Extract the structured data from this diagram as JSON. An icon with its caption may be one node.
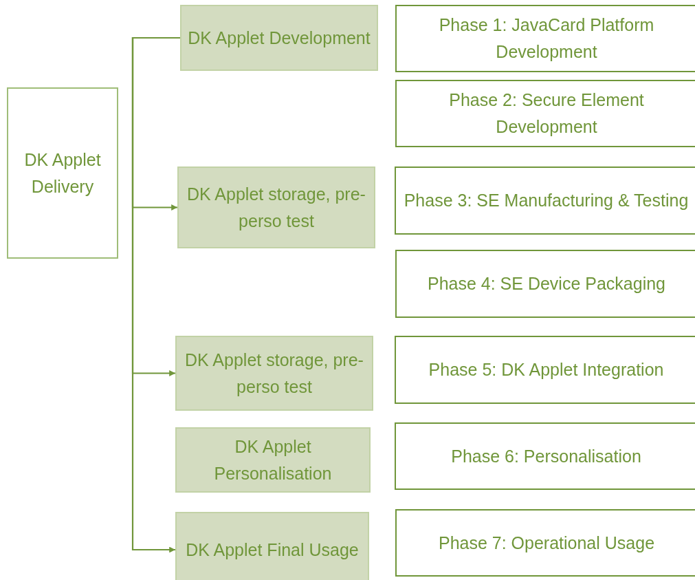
{
  "diagram": {
    "nodes": [
      {
        "text": [
          "DK Applet Delivery"
        ]
      },
      {
        "text": [
          "DK Applet Development"
        ]
      },
      {
        "text": [
          "Phase 1: JavaCard Platform Development"
        ]
      },
      {
        "text": [
          "Phase 2: Secure Element Development"
        ]
      },
      {
        "text": [
          "DK Applet storage, pre-perso test"
        ]
      },
      {
        "text": [
          "Phase 3: SE Manufacturing & Testing"
        ]
      },
      {
        "text": [
          "Phase 4: SE Device Packaging"
        ]
      },
      {
        "text": [
          "DK Applet storage, pre-perso test"
        ]
      },
      {
        "text": [
          "Phase 5: DK Applet Integration"
        ]
      },
      {
        "text": [
          "DK Applet Personalisation"
        ]
      },
      {
        "text": [
          "Phase 6: Personalisation"
        ]
      },
      {
        "text": [
          "DK Applet Final Usage"
        ]
      },
      {
        "text": [
          "Phase 7: Operational Usage"
        ]
      }
    ],
    "edges": [
      {
        "from": 1,
        "to": 4,
        "arrow": "to"
      },
      {
        "from": 1,
        "to": 7,
        "arrow": "to"
      },
      {
        "from": 1,
        "to": 11,
        "arrow": "to"
      }
    ]
  }
}
